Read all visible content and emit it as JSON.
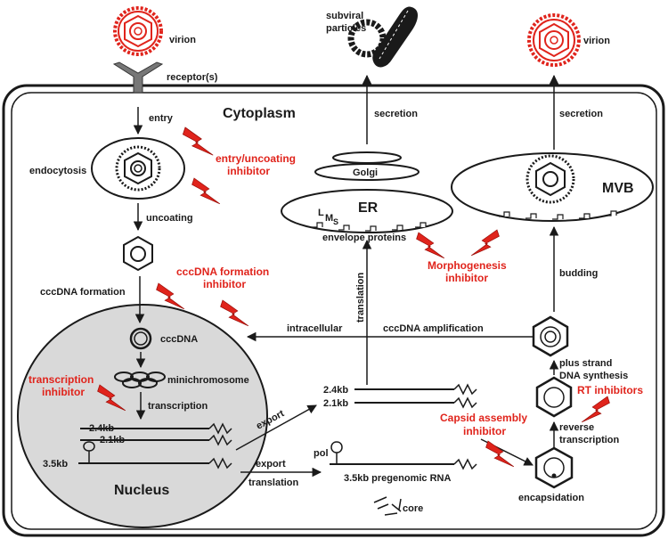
{
  "compartments": {
    "cytoplasm": "Cytoplasm",
    "nucleus": "Nucleus",
    "er": "ER",
    "golgi": "Golgi",
    "mvb": "MVB"
  },
  "particles": {
    "virion_left": "virion",
    "virion_right": "virion",
    "subviral_line1": "subviral",
    "subviral_line2": "particles",
    "receptor": "receptor(s)"
  },
  "steps": {
    "entry": "entry",
    "endocytosis": "endocytosis",
    "uncoating": "uncoating",
    "cccdna_formation": "cccDNA formation",
    "cccdna": "cccDNA",
    "minichromosome": "minichromosome",
    "transcription": "transcription",
    "rna_24": "2.4kb",
    "rna_21": "2.1kb",
    "rna_35": "3.5kb",
    "export_upper": "export",
    "export_lower": "export",
    "translation_lower": "translation",
    "translation_vertical": "translation",
    "rna_24_cyto": "2.4kb",
    "rna_21_cyto": "2.1kb",
    "pol": "pol",
    "pgrna": "3.5kb pregenomic RNA",
    "core": "core",
    "encapsidation": "encapsidation",
    "reverse_line1": "reverse",
    "reverse_line2": "transcription",
    "plus_line1": "plus strand",
    "plus_line2": "DNA synthesis",
    "intracellular": "intracellular",
    "amplification": "cccDNA amplification",
    "budding": "budding",
    "secretion_left": "secretion",
    "secretion_right": "secretion",
    "envelope": "envelope proteins",
    "protein_l": "L",
    "protein_m": "M",
    "protein_s": "S"
  },
  "inhibitors": {
    "entry_line1": "entry/uncoating",
    "entry_line2": "inhibitor",
    "cccdna_line1": "cccDNA formation",
    "cccdna_line2": "inhibitor",
    "transcription_line1": "transcription",
    "transcription_line2": "inhibitor",
    "morpho_line1": "Morphogenesis",
    "morpho_line2": "inhibitor",
    "capsid_line1": "Capsid assembly",
    "capsid_line2": "inhibitor",
    "rt": "RT inhibitors"
  },
  "colors": {
    "inhibitor": "#e0241c",
    "nucleus_fill": "#d9d9d9",
    "outline": "#1a1a1a"
  }
}
